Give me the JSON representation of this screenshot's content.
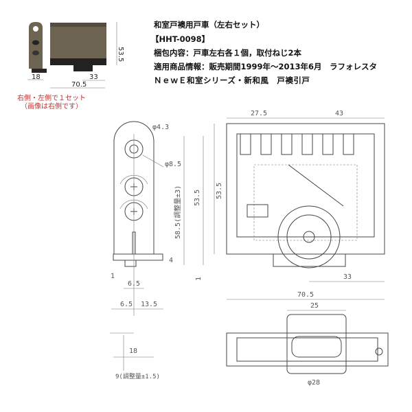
{
  "product": {
    "title": "和室戸襖用戸車（左右セット）",
    "code": "【HHT-0098】",
    "contents": "梱包内容：戸車左右各１個，取付ねじ2本",
    "applicable": "適用商品情報：販売期間1999年～2013年6月　ラフォレスタ",
    "series": "ＮｅｗＥ和室シリーズ・新和風　戸襖引戸"
  },
  "photo": {
    "dims": {
      "width_side": "18",
      "height": "53.5",
      "offset": "33",
      "width": "70.5"
    },
    "caption_line1": "右側・左側で１セット",
    "caption_line2": "（画像は右側です）",
    "caption_color": "#c03030",
    "body_color": "#6e6452"
  },
  "side_view": {
    "hole_small": "φ4.3",
    "hole_large": "φ8.5",
    "adjust_height": "58.5(調整量±3)",
    "height": "53.5",
    "flange": "4",
    "gap": "1",
    "inner": "6.5",
    "left": "6.5",
    "right": "13.5",
    "width": "18",
    "adjust_side": "9(調整量±1.5)"
  },
  "front_view": {
    "left": "27.5",
    "right": "43",
    "height": "53.5",
    "gap": "1",
    "wheel_offset": "33",
    "width": "70.5"
  },
  "bottom_view": {
    "wheel_width": "25",
    "wheel_dia": "φ28"
  }
}
